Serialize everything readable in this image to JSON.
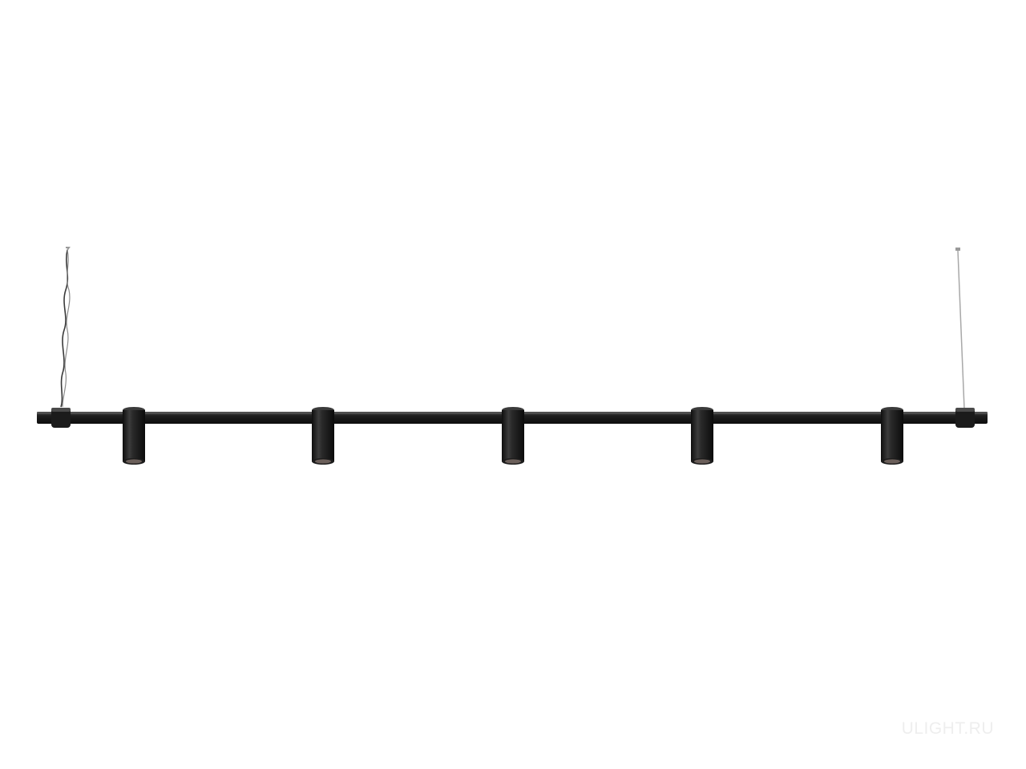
{
  "product": {
    "type": "linear pendant track light",
    "spot_count": 5,
    "suspension_count": 2
  },
  "colors": {
    "background": "#ffffff",
    "body": "#1b1b1b",
    "body_highlight": "#5a5a5a",
    "lens": "#6b5f5a",
    "cable": "#9a9a9a",
    "wire": "#3a3a3a"
  },
  "watermark": {
    "text": "ULIGHT.RU"
  }
}
